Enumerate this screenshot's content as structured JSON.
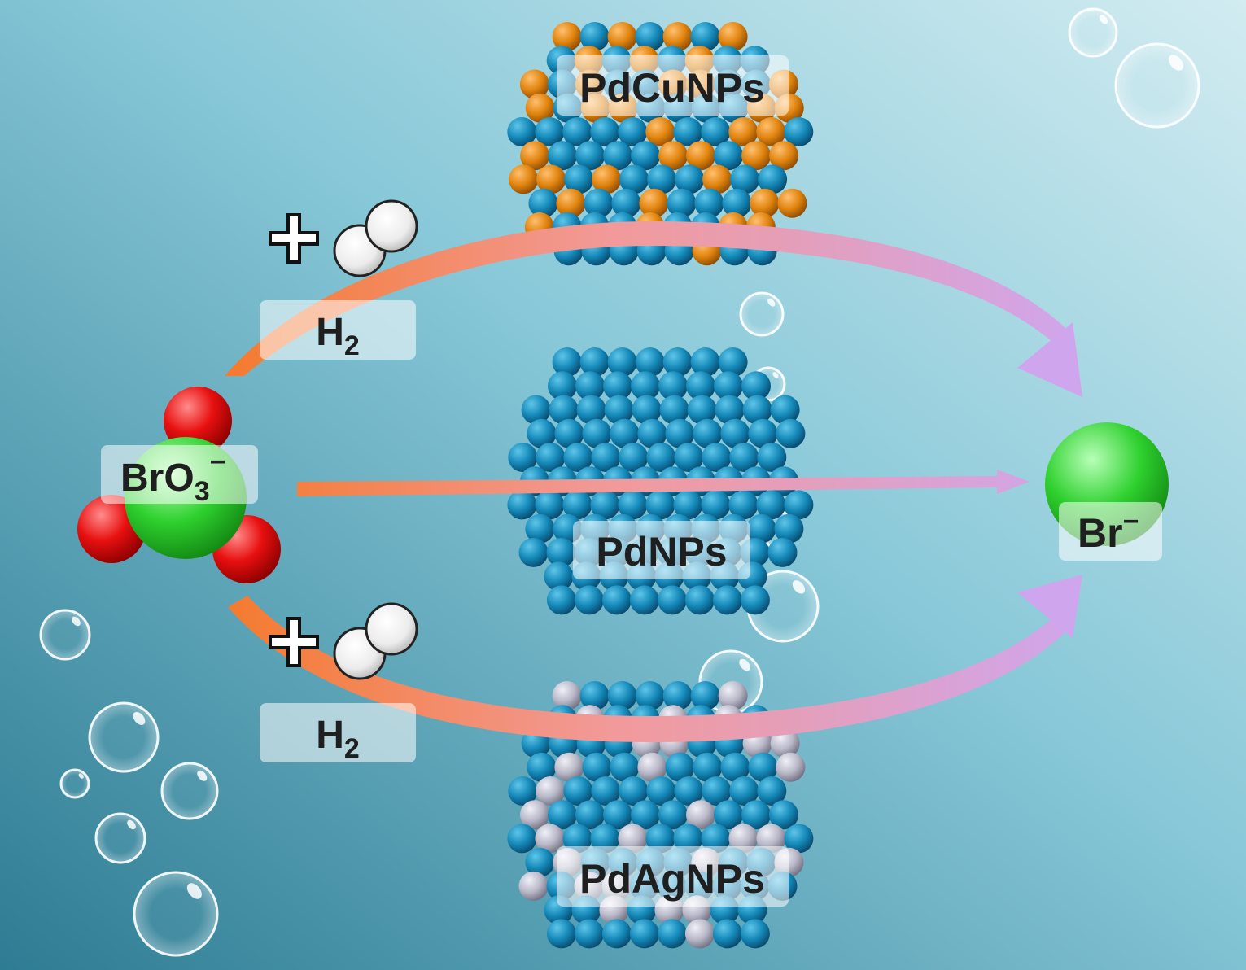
{
  "labels": {
    "reactant": "BrO",
    "reactant_subscript": "3",
    "reactant_charge": "−",
    "product": "Br",
    "product_charge": "−",
    "catalyst_top": "PdCuNPs",
    "catalyst_middle": "PdNPs",
    "catalyst_bottom": "PdAgNPs",
    "h2_top": "H",
    "h2_top_subscript": "2",
    "h2_bottom": "H",
    "h2_bottom_subscript": "2",
    "plus_sign": "+"
  },
  "colors": {
    "background_light": "#c9e8ef",
    "background_dark": "#3a8aa0",
    "arrow_start": "#f47a2c",
    "arrow_end": "#cfa6ee",
    "palladium": "#1488b8",
    "copper": "#e0840e",
    "silver": "#b8b8c8",
    "oxygen": "#e81010",
    "bromine": "#2ed02e",
    "hydrogen": "#f2f2f2"
  }
}
